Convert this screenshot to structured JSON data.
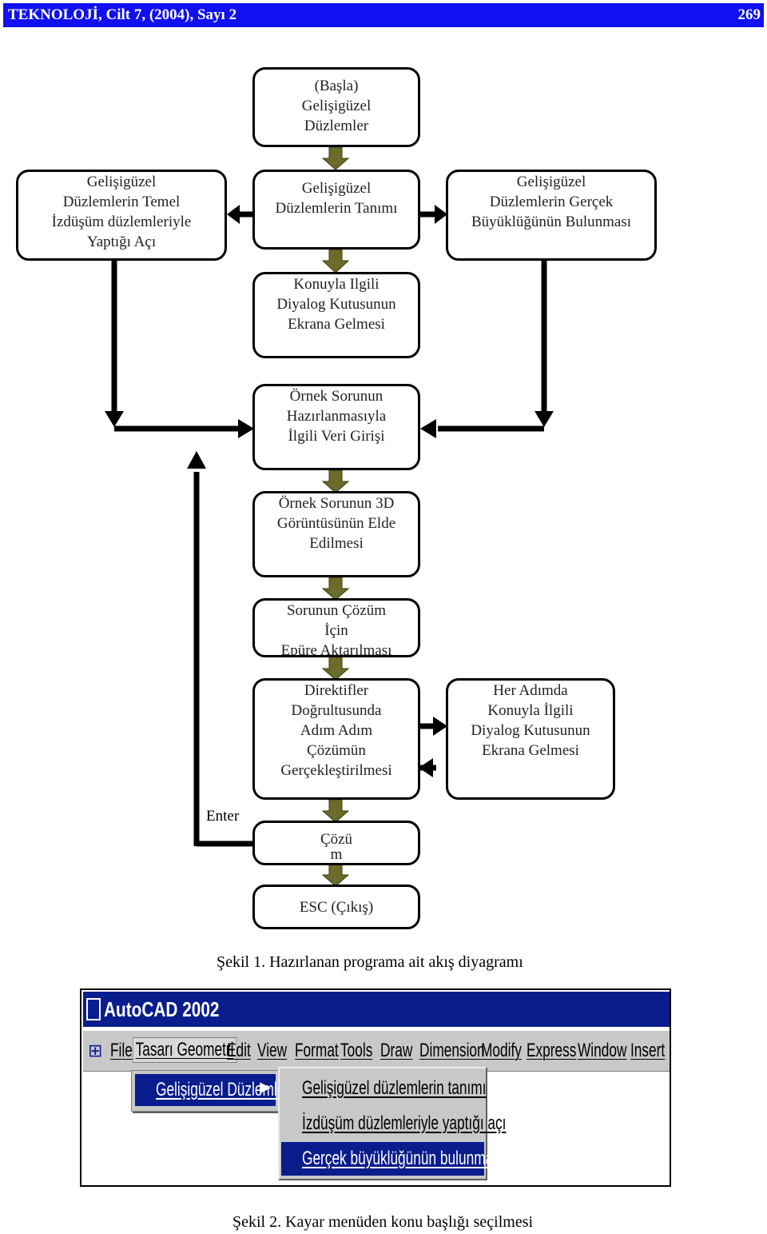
{
  "header": {
    "left": "TEKNOLOJİ, Cilt 7, (2004), Sayı 2",
    "page_number": "269"
  },
  "flowchart": {
    "start": [
      "(Başla)",
      "Gelişigüzel",
      "Düzlemler"
    ],
    "definition": [
      "Gelişigüzel",
      "Düzlemlerin Tanımı"
    ],
    "angle": [
      "Gelişigüzel",
      "Düzlemlerin Temel",
      "İzdüşüm düzlemleriyle",
      "Yaptığı Açı"
    ],
    "true_size": [
      "Gelişigüzel",
      "Düzlemlerin Gerçek",
      "Büyüklüğünün Bulunması"
    ],
    "dialog": [
      "Konuyla Ilgili",
      "Diyalog Kutusunun",
      "Ekrana Gelmesi"
    ],
    "data_entry": [
      "Örnek Sorunun",
      "Hazırlanmasıyla",
      "İlgili Veri Girişi"
    ],
    "view3d": [
      "Örnek Sorunun 3D",
      "Görüntüsünün Elde",
      "Edilmesi"
    ],
    "epure": [
      "Sorunun Çözüm",
      "İçin",
      "Epüre Aktarılması"
    ],
    "directives": [
      "Direktifler",
      "Doğrultusunda",
      "Adım Adım",
      "Çözümün",
      "Gerçekleştirilmesi"
    ],
    "step_dialog": [
      "Her Adımda",
      "Konuyla İlgili",
      "Diyalog Kutusunun",
      "Ekrana Gelmesi"
    ],
    "solution": [
      "Çözü",
      "m"
    ],
    "esc": [
      "ESC (Çıkış)"
    ],
    "enter_label": "Enter"
  },
  "caption1": "Şekil 1. Hazırlanan programa ait akış diyagramı",
  "autocad": {
    "title": "AutoCAD 2002",
    "menus": [
      "File",
      "Tasarı Geometri",
      "Edit",
      "View",
      "Format",
      "Tools",
      "Draw",
      "Dimension",
      "Modify",
      "Express",
      "Window",
      "Insert"
    ],
    "submenu": "Gelişigüzel Düzlemler",
    "submenu_arrow": "▶",
    "items": [
      "Gelişigüzel düzlemlerin tanımı",
      "İzdüşüm düzlemleriyle yaptığı açı",
      "Gerçek büyüklüğünün bulunması"
    ],
    "selected_item": 2
  },
  "caption2": "Şekil 2. Kayar menüden konu başlığı seçilmesi",
  "colors": {
    "header_bg": "#1010f0",
    "arrow_olive": "#6b6b2a",
    "titlebar": "#0a1d8c",
    "menu_gray": "#c8c8c8"
  }
}
